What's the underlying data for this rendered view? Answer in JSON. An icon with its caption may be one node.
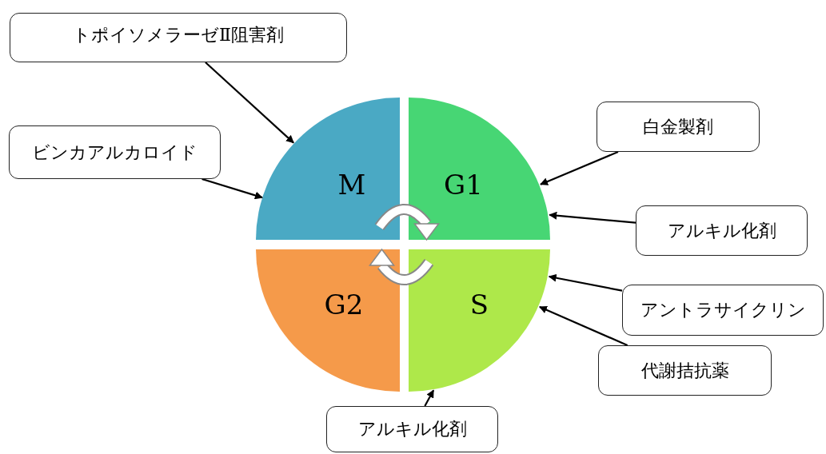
{
  "diagram": {
    "nodes": [
      {
        "text": [
          "トポイソメラーゼⅡ阻害剤"
        ]
      },
      {
        "text": [
          "ビンカアルカロイド"
        ]
      },
      {
        "text": [
          "白金製剤"
        ]
      },
      {
        "text": [
          "アルキル化剤"
        ]
      },
      {
        "text": [
          "アントラサイクリン"
        ]
      },
      {
        "text": [
          "代謝拮抗薬"
        ]
      },
      {
        "text": [
          "アルキル化剤"
        ]
      },
      {
        "text": [
          "M"
        ]
      },
      {
        "text": [
          "G1"
        ]
      },
      {
        "text": [
          "G2"
        ]
      },
      {
        "text": [
          "S"
        ]
      }
    ],
    "edges": [
      {
        "from": 0,
        "to": 7,
        "arrow": "to"
      },
      {
        "from": 1,
        "to": 7,
        "arrow": "to"
      },
      {
        "from": 2,
        "to": 8,
        "arrow": "to"
      },
      {
        "from": 3,
        "to": 8,
        "arrow": "to"
      },
      {
        "from": 4,
        "to": 10,
        "arrow": "to"
      },
      {
        "from": 5,
        "to": 10,
        "arrow": "to"
      },
      {
        "from": 6,
        "to": 10,
        "arrow": "to"
      },
      {
        "from": 7,
        "to": 8,
        "arrow": "to",
        "style": "thick",
        "color": "#888888"
      },
      {
        "from": 10,
        "to": 9,
        "arrow": "to",
        "style": "thick",
        "color": "#888888"
      }
    ]
  }
}
